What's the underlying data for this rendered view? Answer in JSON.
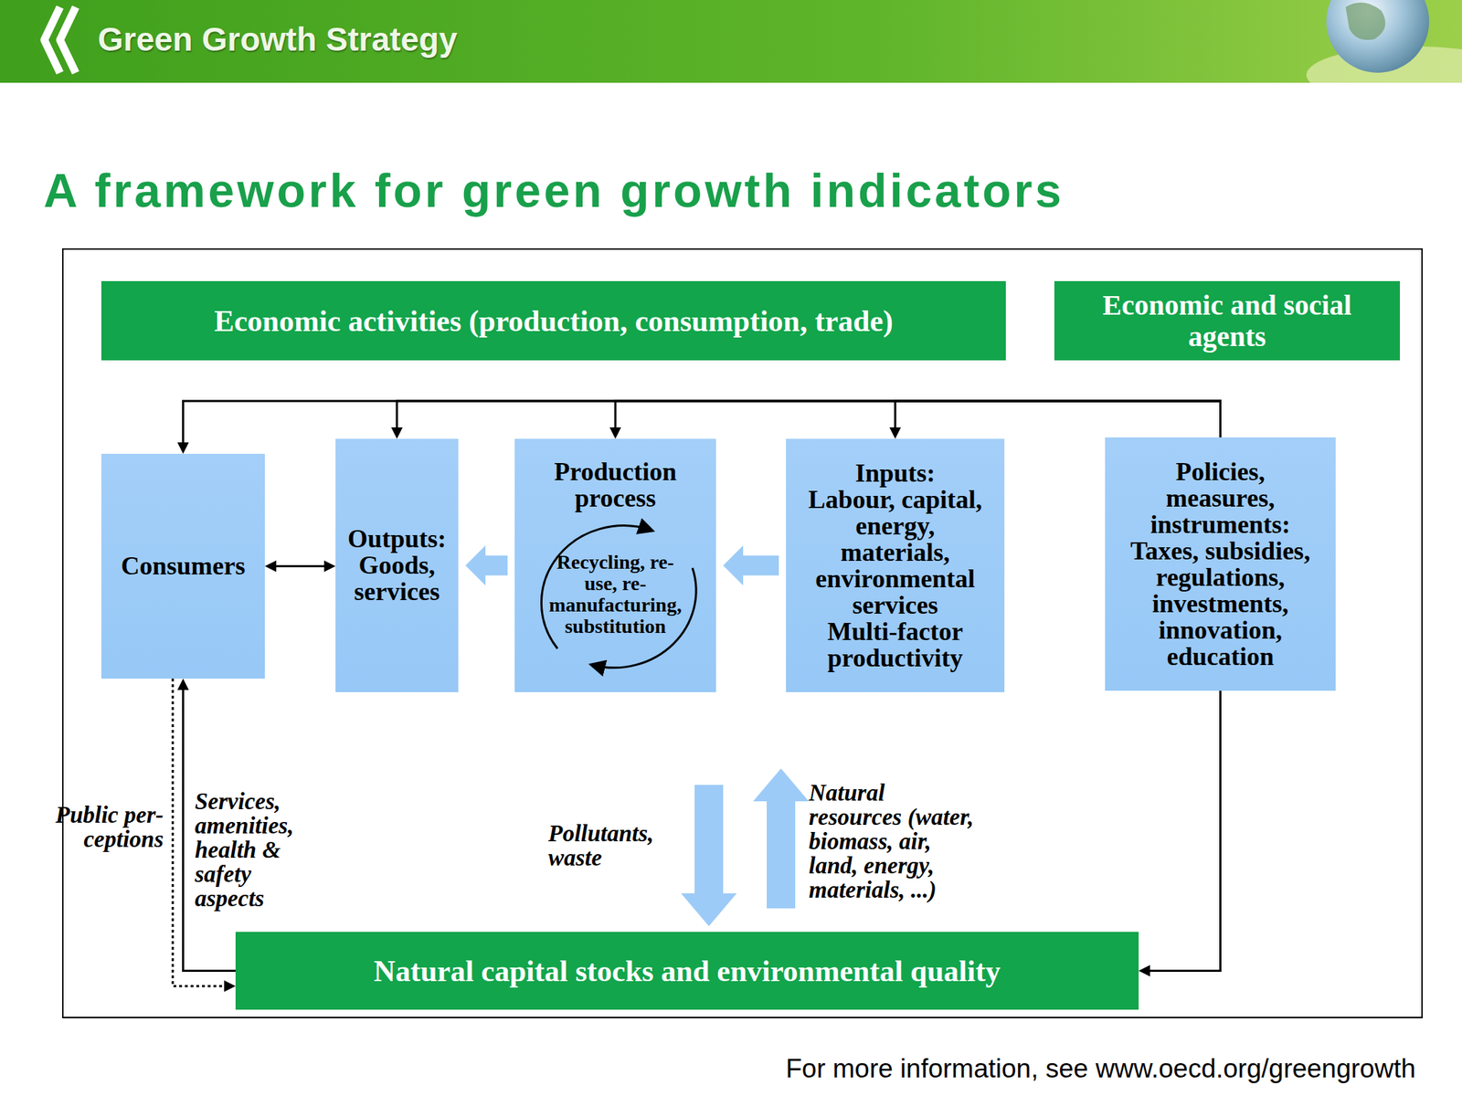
{
  "diagram": {
    "title": "A framework for green growth indicators",
    "caption": "For more information, see www.oecd.org/greengrowth",
    "nodes": [
      {
        "text": [
          "Economic activities (production, consumption, trade)"
        ]
      },
      {
        "text": [
          "Economic and social agents"
        ]
      },
      {
        "text": [
          "Consumers"
        ]
      },
      {
        "text": [
          "Outputs: Goods, services"
        ]
      },
      {
        "text": [
          "Production process",
          "Recycling, re-use, re- manufacturing, substitution"
        ]
      },
      {
        "text": [
          "Inputs:",
          "Labour, capital, energy, materials, environmental services",
          "Multi-factor productivity"
        ]
      },
      {
        "text": [
          "Policies, measures, instruments:",
          "Taxes, subsidies, regulations, investments, innovation, education"
        ]
      },
      {
        "text": [
          "Natural capital stocks and environmental quality"
        ]
      }
    ],
    "edges": [
      {
        "from": 6,
        "to": 2,
        "arrow": "to"
      },
      {
        "from": 6,
        "to": 3,
        "arrow": "to"
      },
      {
        "from": 6,
        "to": 4,
        "arrow": "to"
      },
      {
        "from": 6,
        "to": 5,
        "arrow": "to"
      },
      {
        "from": 6,
        "to": 7,
        "arrow": "to"
      },
      {
        "from": 2,
        "to": 3,
        "arrow": "both"
      },
      {
        "from": 4,
        "to": 3,
        "arrow": "to"
      },
      {
        "from": 5,
        "to": 4,
        "arrow": "to"
      },
      {
        "from": 4,
        "to": 7,
        "arrow": "to",
        "label": "Pollutants, waste"
      },
      {
        "from": 7,
        "to": 5,
        "arrow": "to",
        "label": "Natural resources (water, biomass, air, land, energy, materials, ...)"
      },
      {
        "from": 7,
        "to": 2,
        "arrow": "to",
        "label": "Services, amenities, health & safety aspects"
      },
      {
        "from": 2,
        "to": 7,
        "arrow": "to",
        "label": "Public per- ceptions"
      }
    ],
    "labels": [
      "Green Growth Strategy"
    ]
  }
}
